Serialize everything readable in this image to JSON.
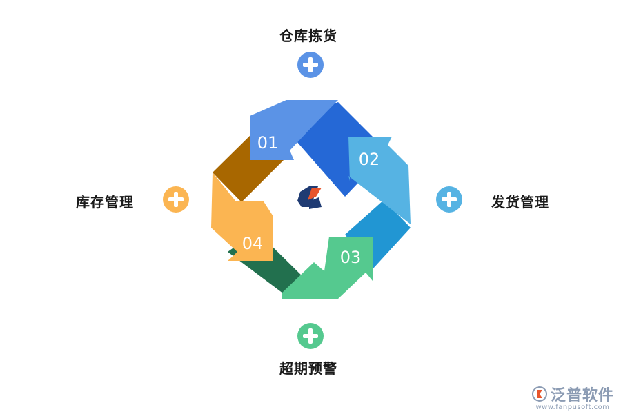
{
  "steps": {
    "top": {
      "number": "01",
      "label": "仓库拣货",
      "color": "#5b93e6"
    },
    "right": {
      "number": "02",
      "label": "发货管理",
      "color": "#56b3e3"
    },
    "bottom": {
      "number": "03",
      "label": "超期预警",
      "color": "#55c98f"
    },
    "left": {
      "number": "04",
      "label": "库存管理",
      "color": "#fbb552"
    }
  },
  "brand": {
    "name": "泛普软件",
    "url": "www.fanpusoft.com"
  },
  "icons": {
    "plus": "plus-circle-icon",
    "center_logo": "fanpu-logo-icon",
    "brand_logo": "fanpu-brand-icon"
  }
}
